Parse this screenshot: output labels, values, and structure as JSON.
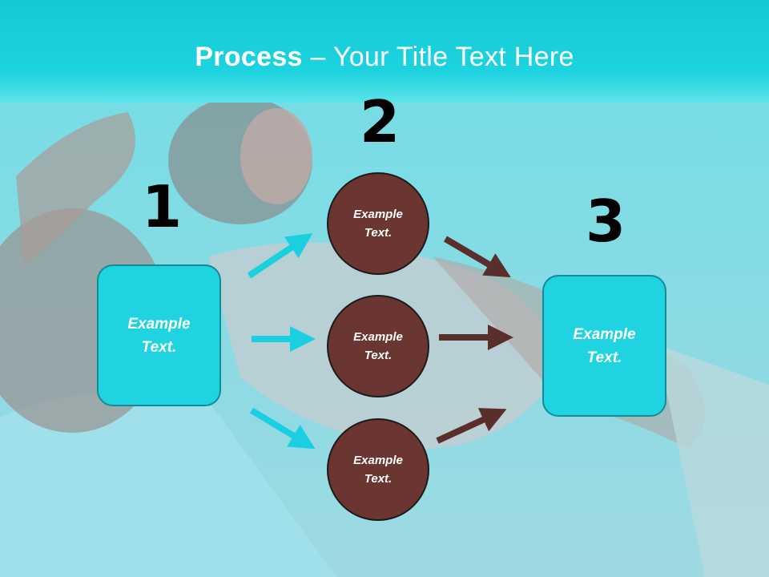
{
  "title": {
    "bold": "Process",
    "rest": " – Your Title Text Here"
  },
  "steps": [
    {
      "number": "1",
      "label": "Example\nText."
    },
    {
      "number": "2"
    },
    {
      "number": "3",
      "label": "Example\nText."
    }
  ],
  "circles": [
    {
      "label": "Example\nText."
    },
    {
      "label": "Example\nText."
    },
    {
      "label": "Example\nText."
    }
  ],
  "colors": {
    "accent_cyan": "#1fd4e0",
    "circle_brown": "#6b3532",
    "arrow_cyan": "#1ad0e0",
    "arrow_brown": "#5a2e2b"
  }
}
